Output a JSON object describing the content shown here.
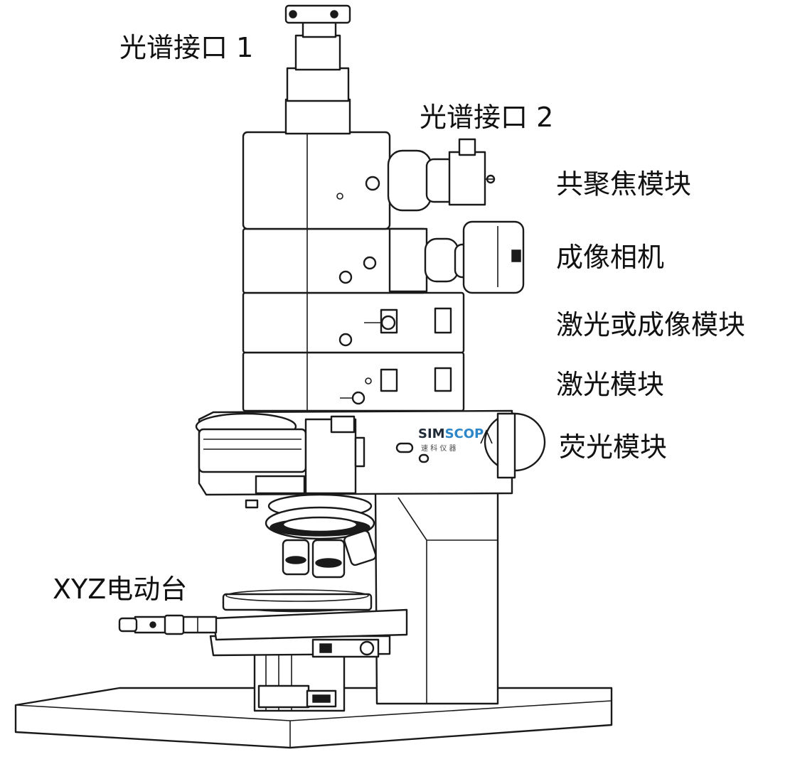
{
  "labels": {
    "port1": "光谱接口 1",
    "port2": "光谱接口 2",
    "confocal": "共聚焦模块",
    "camera": "成像相机",
    "laser_or_imaging": "激光或成像模块",
    "laser": "激光模块",
    "fluorescence": "荧光模块",
    "stage": "XYZ电动台"
  },
  "brand": {
    "name_part1": "SIM",
    "name_part2": "SCOP",
    "tagline": "速 科 仪 器",
    "color_dark": "#1f2a36",
    "color_accent": "#2c86c8"
  }
}
